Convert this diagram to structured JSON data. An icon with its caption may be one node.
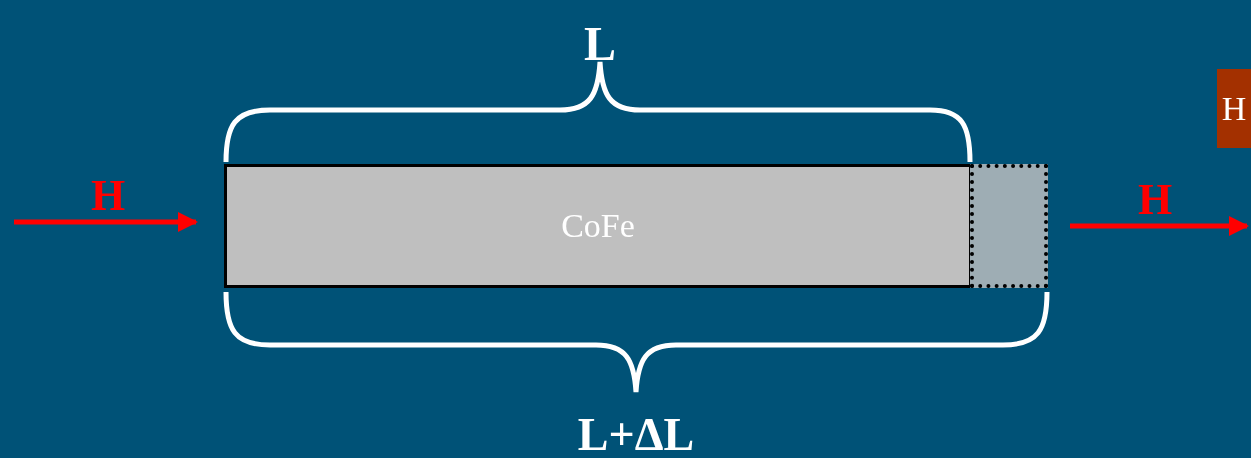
{
  "diagram": {
    "nodes": [
      {
        "text": [
          "CoFe"
        ]
      },
      {
        "text": [],
        "shape": "box"
      },
      {
        "text": [
          "H"
        ]
      }
    ],
    "labels": [
      "L",
      "H",
      "H",
      "L+ΔL"
    ]
  }
}
